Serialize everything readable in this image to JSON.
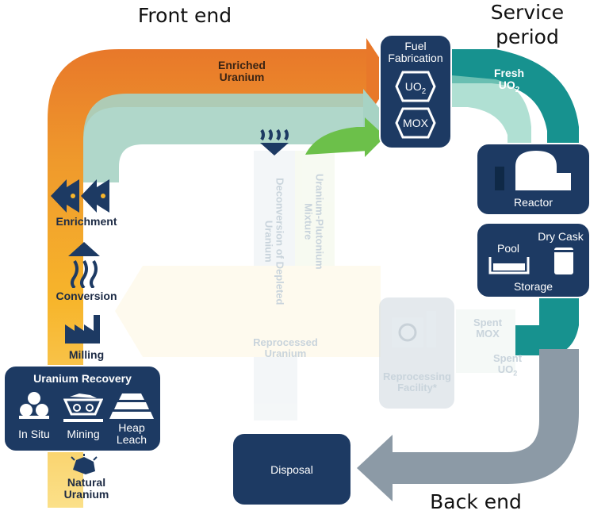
{
  "sections": {
    "front_end": "Front end",
    "service_period": "Service\nperiod",
    "back_end": "Back end"
  },
  "flows": {
    "enriched_uranium": "Enriched\nUranium",
    "fresh_uo2": "Fresh\nUO2",
    "deconversion": "Deconversion of Depleted\nUranium",
    "uranium_plutonium": "Uranium-Plutonium\nMixture",
    "reprocessed_uranium": "Reprocessed\nUranium",
    "spent_mox": "Spent\nMOX",
    "spent_uo2": "Spent\nUO2"
  },
  "steps": {
    "enrichment": "Enrichment",
    "conversion": "Conversion",
    "milling": "Milling",
    "natural_uranium": "Natural\nUranium"
  },
  "uranium_recovery": {
    "title": "Uranium Recovery",
    "in_situ": "In Situ",
    "mining": "Mining",
    "heap_leach": "Heap\nLeach"
  },
  "fuel_fabrication": {
    "title": "Fuel\nFabrication",
    "uo2": "UO2",
    "mox": "MOX"
  },
  "reactor": "Reactor",
  "storage": {
    "dry_cask": "Dry Cask",
    "pool": "Pool",
    "title": "Storage"
  },
  "reprocessing": "Reprocessing\nFacility*",
  "disposal": "Disposal",
  "colors": {
    "navy": "#1d3a63",
    "orange": "#e8782a",
    "yellow": "#f9c23c",
    "teal": "#17928f",
    "slate": "#8c9aa6",
    "pale_green": "#a7d3c4",
    "green": "#6cc04a"
  }
}
